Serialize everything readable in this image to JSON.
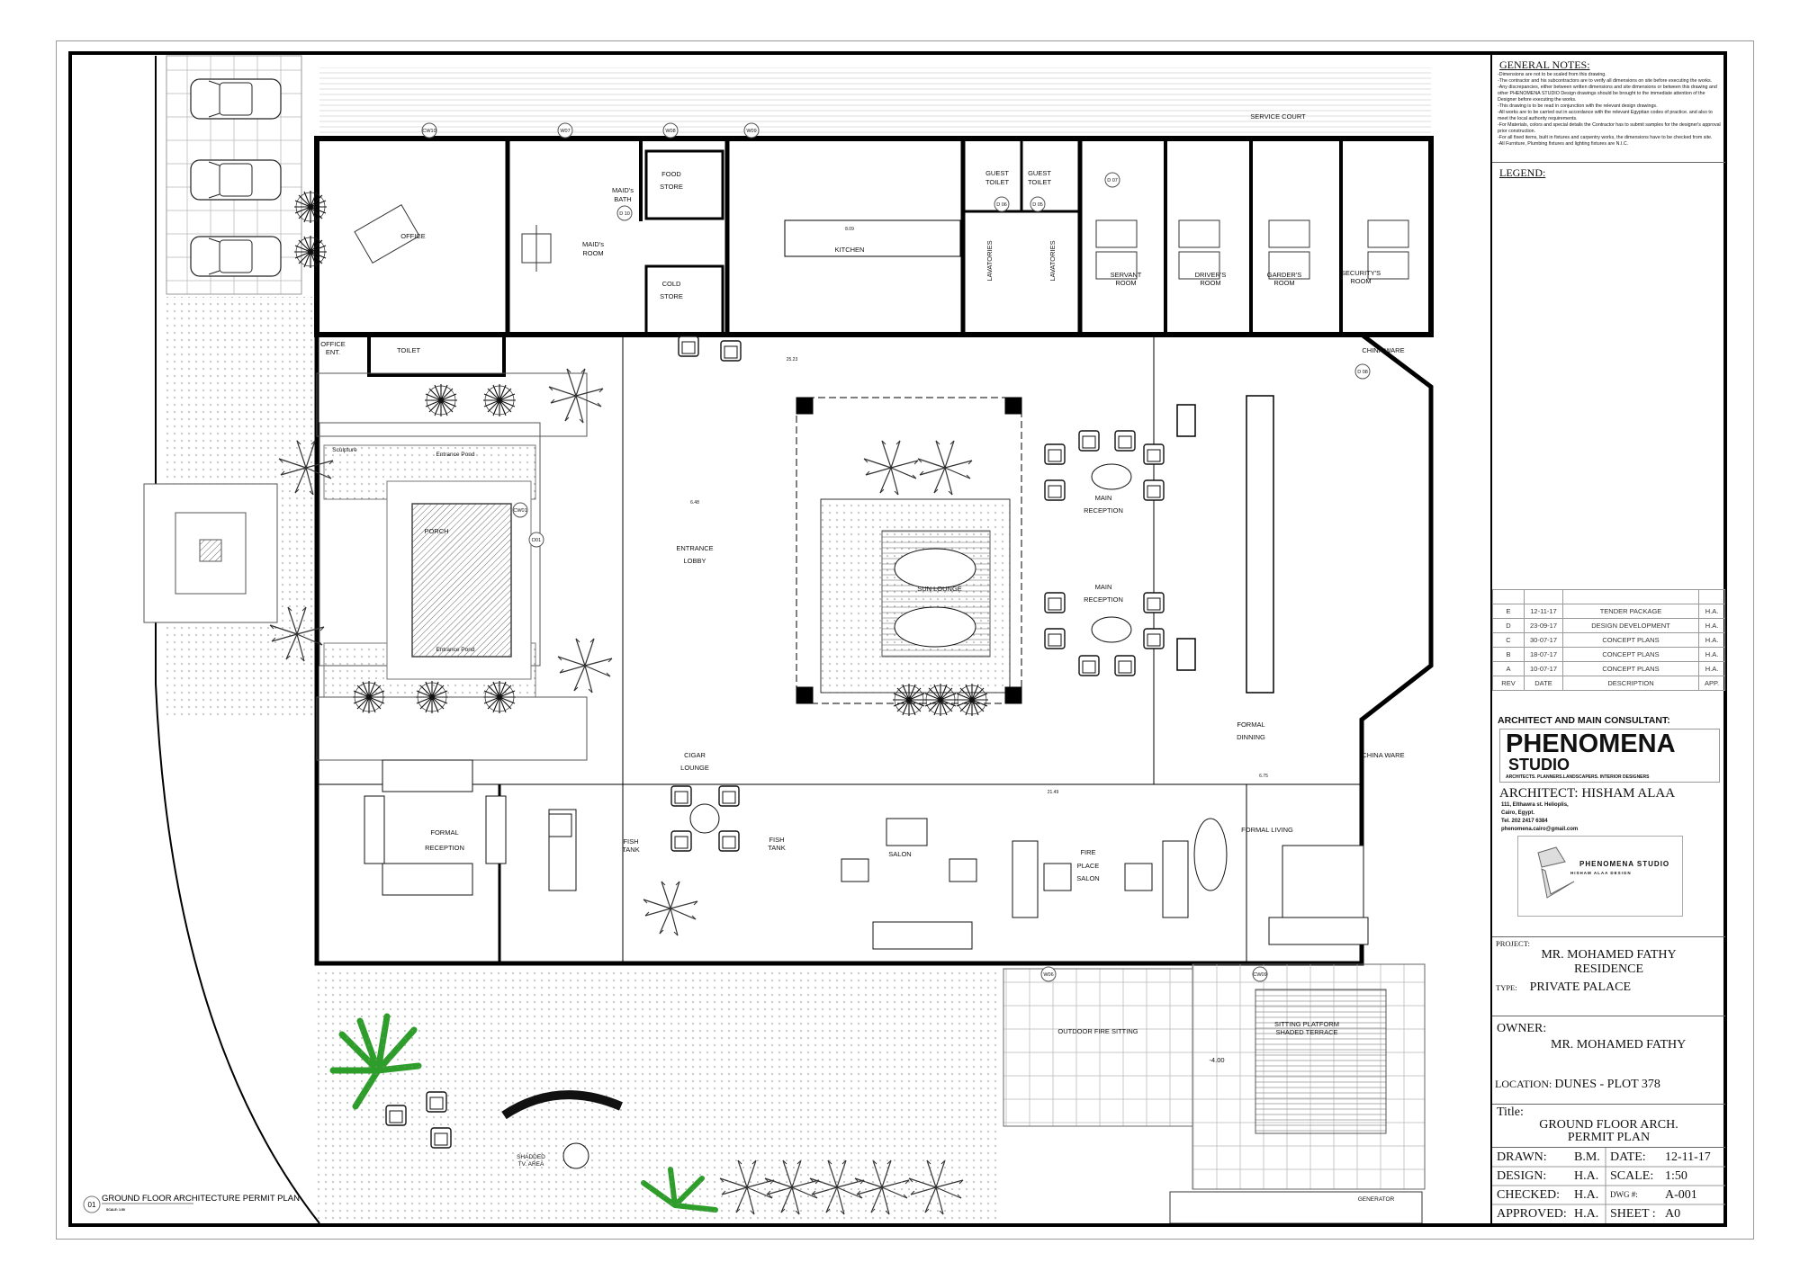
{
  "general_notes": {
    "heading": "GENERAL NOTES:",
    "items": [
      "-Dimensions are not to be scaled from this drawing.",
      "-The contractor and his subcontractors are to verify all dimensions on site before executing the works.",
      "-Any discrepancies, either between written dimensions and site dimensions or between this drawing and other PHENOMENA STUDIO Design drawings should be brought to the immediate attention of the Designer before executing the works.",
      "-This drawing is to be read in conjunction with the relevant design drawings.",
      "-All works are to be carried out in accordance with the relevant Egyptian codes of practice. and also to meet the local authority requirements.",
      "-For Materials, colors and special details the Contractor has to submit samples for the designer's approval prior construction.",
      "-For all fixed items, built in fixtures and carpentry works, the dimensions have to be checked from site.",
      "-All Furniture, Plumbing fixtures and lighting fixtures are N.I.C."
    ],
    "legend_heading": "LEGEND:"
  },
  "revisions": {
    "rows": [
      {
        "rev": "E",
        "date": "12-11-17",
        "description": "TENDER PACKAGE",
        "app": "H.A."
      },
      {
        "rev": "D",
        "date": "23-09-17",
        "description": "DESIGN DEVELOPMENT",
        "app": "H.A."
      },
      {
        "rev": "C",
        "date": "30-07-17",
        "description": "CONCEPT PLANS",
        "app": "H.A."
      },
      {
        "rev": "B",
        "date": "18-07-17",
        "description": "CONCEPT PLANS",
        "app": "H.A."
      },
      {
        "rev": "A",
        "date": "10-07-17",
        "description": "CONCEPT PLANS",
        "app": "H.A."
      }
    ],
    "header": {
      "rev": "REV",
      "date": "DATE",
      "description": "DESCRIPTION",
      "app": "APP."
    }
  },
  "consultant": {
    "heading": "ARCHITECT AND MAIN CONSULTANT:",
    "logo_line1": "PHENOMENA",
    "logo_line2": "STUDIO",
    "tagline": "ARCHITECTS. PLANNERS.LANDSCAPERS. INTERIOR DESIGNERS",
    "architect": "ARCHITECT: HISHAM ALAA",
    "address1": "111, Elthawra st. Helioplis,",
    "address2": "Cairo, Egypt.",
    "tel": "Tel. 202 2417 6384",
    "email": "phenomena.cairo@gmail.com",
    "logo2_title": "PHENOMENA STUDIO",
    "logo2_sub": "HISHAM ALAA DESIGN"
  },
  "project": {
    "label": "PROJECT:",
    "name1": "MR. MOHAMED FATHY",
    "name2": "RESIDENCE",
    "type_label": "TYPE:",
    "type": "PRIVATE PALACE",
    "owner_label": "OWNER:",
    "owner": "MR. MOHAMED FATHY",
    "location_label": "LOCATION:",
    "location": "DUNES - PLOT 378",
    "title_label": "Title:",
    "title1": "GROUND FLOOR ARCH.",
    "title2": "PERMIT PLAN"
  },
  "sheet_info": {
    "drawn_label": "DRAWN:",
    "drawn": "B.M.",
    "design_label": "DESIGN:",
    "design": "H.A.",
    "checked_label": "CHECKED:",
    "checked": "H.A.",
    "approved_label": "APPROVED:",
    "approved": "H.A.",
    "date_label": "DATE:",
    "date": "12-11-17",
    "scale_label": "SCALE:",
    "scale": "1:50",
    "dwg_label": "DWG #:",
    "dwg": "A-001",
    "sheet_label": "SHEET :",
    "sheet": "A0"
  },
  "plan": {
    "drawing_number": "01",
    "drawing_title": "GROUND FLOOR ARCHITECTURE PERMIT PLAN",
    "drawing_scale": "SCALE: 1:50",
    "rooms": {
      "office": "OFFICE",
      "maids_room": [
        "MAID's",
        "ROOM"
      ],
      "maids_bath": [
        "MAID's",
        "BATH"
      ],
      "food_store": [
        "FOOD",
        "STORE"
      ],
      "cold_store": [
        "COLD",
        "STORE"
      ],
      "kitchen": "KITCHEN",
      "guest_toilet": [
        "GUEST",
        "TOILET"
      ],
      "lavatories": "LAVATORIES",
      "servant_room": [
        "SERVANT",
        "ROOM"
      ],
      "drivers_room": [
        "DRIVER'S",
        "ROOM"
      ],
      "garders_room": [
        "GARDER'S",
        "ROOM"
      ],
      "securitys_room": [
        "SECURITY'S",
        "ROOM"
      ],
      "service_court": "SERVICE COURT",
      "office_ent": [
        "OFFICE",
        "ENT."
      ],
      "toilet": "TOILET",
      "sculpture": "Sculpture",
      "entrance_pond": "Entrance Pond",
      "porch": "PORCH",
      "entrance_lobby": [
        "ENTRANCE",
        "LOBBY"
      ],
      "sun_lounge": "SUN LOUNGE",
      "main_reception": [
        "MAIN",
        "RECEPTION"
      ],
      "formal_dinning": [
        "FORMAL",
        "DINNING"
      ],
      "china_ware": "CHINA WARE",
      "cigar_lounge": [
        "CIGAR",
        "LOUNGE"
      ],
      "formal_reception": [
        "FORMAL",
        "RECEPTION"
      ],
      "fish_tank": [
        "FISH",
        "TANK"
      ],
      "salon": "SALON",
      "fire_place_salon": [
        "FIRE",
        "PLACE",
        "SALON"
      ],
      "formal_living": "FORMAL LIVING",
      "outdoor_fire_sitting": "OUTDOOR FIRE SITTING",
      "sitting_platform": [
        "SITTING PLATFORM",
        "SHADED TERRACE"
      ],
      "level": "-4.00",
      "tv_area": [
        "SHADDED",
        "TV. AREA"
      ],
      "generator": "GENERATOR"
    },
    "tags": {
      "cw10": "CW10",
      "w07": "W07",
      "w08": "W08",
      "w09": "W09",
      "w06": "W06",
      "cw09": "CW09",
      "d10": "D 10",
      "d07": "D 07",
      "d06": "D 06",
      "d05": "D 05",
      "d01": "D01",
      "cw01": "CW01",
      "d08": "D 08"
    },
    "dimensions": {
      "kitchen": "8.09",
      "lobby": "6.48",
      "main": "21.49",
      "dining": "6.75",
      "top": "25.23"
    }
  }
}
